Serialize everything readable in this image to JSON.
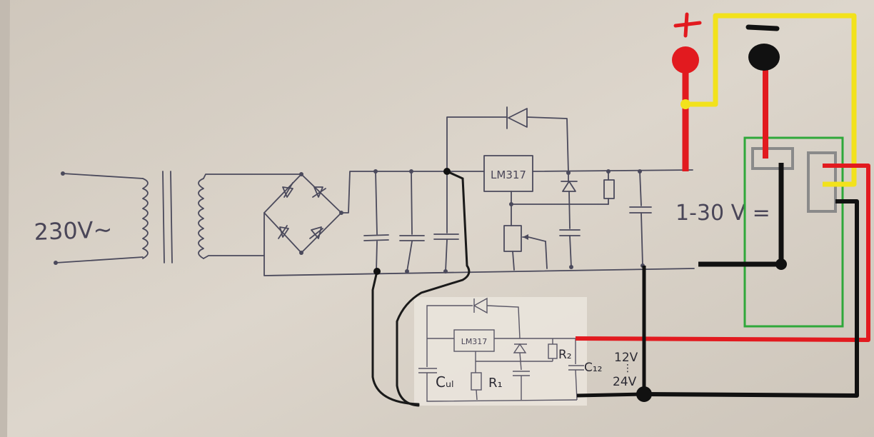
{
  "labels": {
    "mains": "230V~",
    "regulator_main": "LM317",
    "regulator_inset": "LM317",
    "output_range": "1-30 V =",
    "plus": "+",
    "minus": "—",
    "c_in": "Cᵤₗ",
    "r1": "R₁",
    "r2": "R₂",
    "c_out": "C₁₂",
    "v12": "12V",
    "v24": "24V"
  },
  "colors": {
    "paper": "#d9d2c8",
    "ink": "#4b4a5c",
    "red_wire": "#e21a1f",
    "yellow_wire": "#f2e21c",
    "black_wire": "#111111",
    "module_outline": "#2fa83a",
    "terminal_outline": "#8a8a8a",
    "inset_panel": "#ebe6dd"
  }
}
